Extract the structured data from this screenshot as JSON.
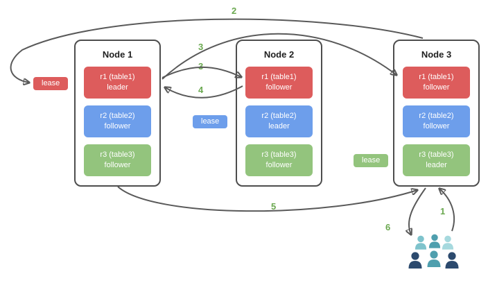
{
  "diagram": {
    "nodes": [
      {
        "title": "Node 1",
        "replicas": [
          {
            "label": "r1 (table1)",
            "role": "leader",
            "color": "#dd5c5c"
          },
          {
            "label": "r2 (table2)",
            "role": "follower",
            "color": "#6d9eeb"
          },
          {
            "label": "r3 (table3)",
            "role": "follower",
            "color": "#93c47d"
          }
        ]
      },
      {
        "title": "Node 2",
        "replicas": [
          {
            "label": "r1 (table1)",
            "role": "follower",
            "color": "#dd5c5c"
          },
          {
            "label": "r2 (table2)",
            "role": "leader",
            "color": "#6d9eeb"
          },
          {
            "label": "r3 (table3)",
            "role": "follower",
            "color": "#93c47d"
          }
        ]
      },
      {
        "title": "Node 3",
        "replicas": [
          {
            "label": "r1 (table1)",
            "role": "follower",
            "color": "#dd5c5c"
          },
          {
            "label": "r2 (table2)",
            "role": "follower",
            "color": "#6d9eeb"
          },
          {
            "label": "r3 (table3)",
            "role": "leader",
            "color": "#93c47d"
          }
        ]
      }
    ],
    "leases": [
      {
        "label": "lease",
        "color": "#dd5c5c"
      },
      {
        "label": "lease",
        "color": "#6d9eeb"
      },
      {
        "label": "lease",
        "color": "#93c47d"
      }
    ],
    "steps": [
      {
        "text": "2"
      },
      {
        "text": "3"
      },
      {
        "text": "3"
      },
      {
        "text": "4"
      },
      {
        "text": "5"
      },
      {
        "text": "6"
      },
      {
        "text": "1"
      }
    ],
    "palette": {
      "arrow": "#595959",
      "step_label": "#6aa84f",
      "node_border": "#4d4d4d",
      "user_colors": [
        "#7ec3cc",
        "#4f9fae",
        "#a6d9de",
        "#2c4a6e",
        "#4f9fae",
        "#2c4a6e"
      ]
    }
  }
}
